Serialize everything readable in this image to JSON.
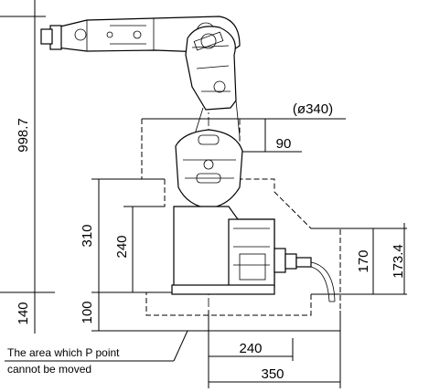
{
  "dimensions": {
    "total_height": "998.7",
    "diameter": "(ø340)",
    "offset_90": "90",
    "height_310": "310",
    "height_240": "240",
    "height_170": "170",
    "height_173": "173.4",
    "height_100": "100",
    "height_140": "140",
    "width_240": "240",
    "width_350": "350"
  },
  "note": {
    "line1": "The area which P point",
    "line2": "cannot be moved"
  }
}
